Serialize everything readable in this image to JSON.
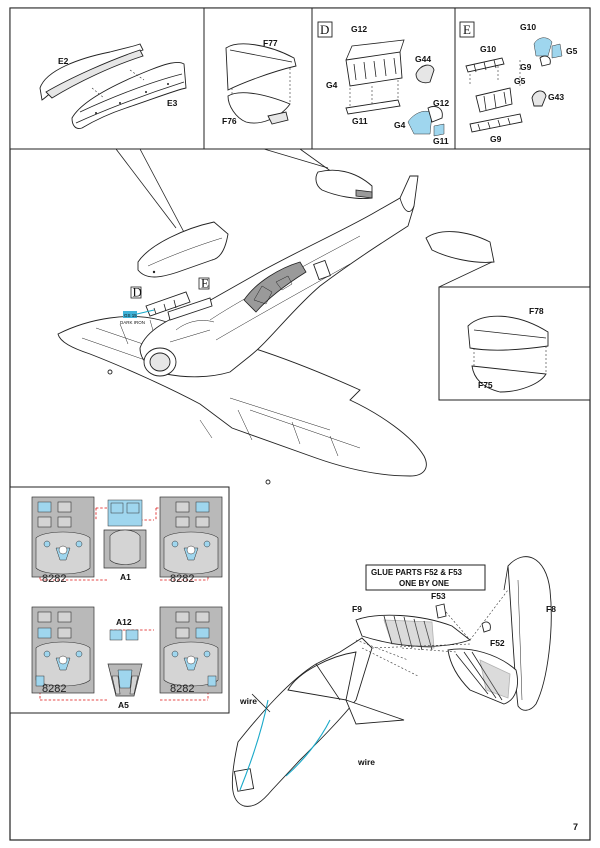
{
  "page": {
    "number": "7"
  },
  "steps": {
    "D": "D",
    "E": "E"
  },
  "labels": {
    "E2": "E2",
    "E3": "E3",
    "F77": "F77",
    "F76": "F76",
    "G12": "G12",
    "G44": "G44",
    "G4": "G4",
    "G11": "G11",
    "G10": "G10",
    "G5": "G5",
    "G9": "G9",
    "G43": "G43",
    "F78": "F78",
    "F75": "F75",
    "A1": "A1",
    "A12": "A12",
    "A5": "A5",
    "F53": "F53",
    "F52": "F52",
    "F9": "F9",
    "F8": "F8",
    "wire": "wire"
  },
  "paint_callout": {
    "code": "GS 15",
    "name": "DARK IRON",
    "color": "#3fb2d8"
  },
  "panel_number": "8282",
  "note": {
    "line1": "GLUE PARTS F52 & F53",
    "line2": "ONE BY ONE"
  },
  "colors": {
    "photoetch_blue": "#9fd6ee",
    "fret_red": "#d11111",
    "wire": "#1aa9c9"
  }
}
